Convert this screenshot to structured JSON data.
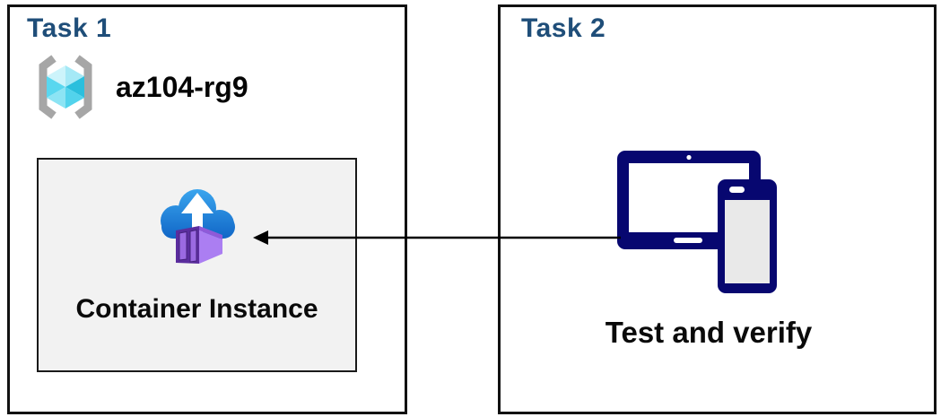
{
  "task1": {
    "title": "Task 1",
    "resource_group_name": "az104-rg9",
    "container_label": "Container Instance"
  },
  "task2": {
    "title": "Task 2",
    "device_label": "Test and verify"
  },
  "connector": {
    "type": "arrow",
    "direction": "right-to-left"
  },
  "colors": {
    "title_blue": "#1F4E79",
    "panel_border": "#111111",
    "inner_box_bg": "#f2f2f2",
    "device_navy": "#070770",
    "device_screen": "#e9e9e9",
    "cloud_top": "#3aa5ee",
    "cloud_bottom": "#0e62c4",
    "box_top_band": "#8f5ad8",
    "box_right_face": "#ab7ef2",
    "box_front_face": "#5b2d9e",
    "box_door": "#9b6ae2",
    "bracket_gray": "#a6a6a6",
    "cube": [
      "#cdf4fb",
      "#a5e9f6",
      "#59d7ef",
      "#8ce4f4",
      "#2bbfdd",
      "#52d3ec"
    ],
    "arrow": "#000000"
  }
}
